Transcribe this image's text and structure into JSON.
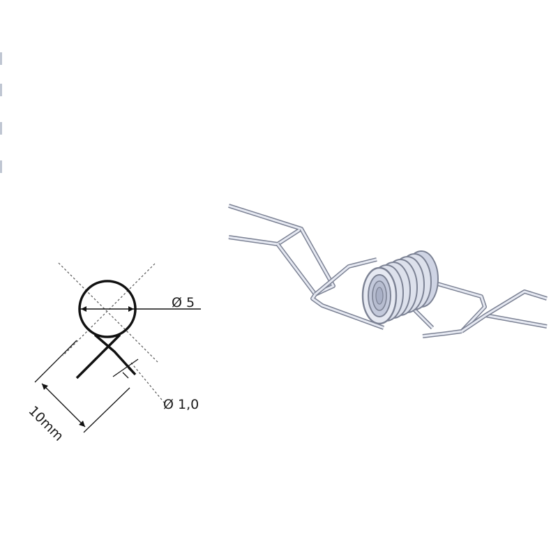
{
  "dimensions": {
    "coil_diameter_label": "Ø 5",
    "wire_diameter_label": "Ø 1,0",
    "leg_length_label": "10mm"
  },
  "colors": {
    "line": "#111111",
    "dotted": "#555555",
    "spring_fill": "#e6e9f2",
    "spring_stroke": "#7c8294",
    "coil_fill": "#cfd4e4"
  },
  "icons": {
    "diameter_symbol": "diameter-icon"
  }
}
